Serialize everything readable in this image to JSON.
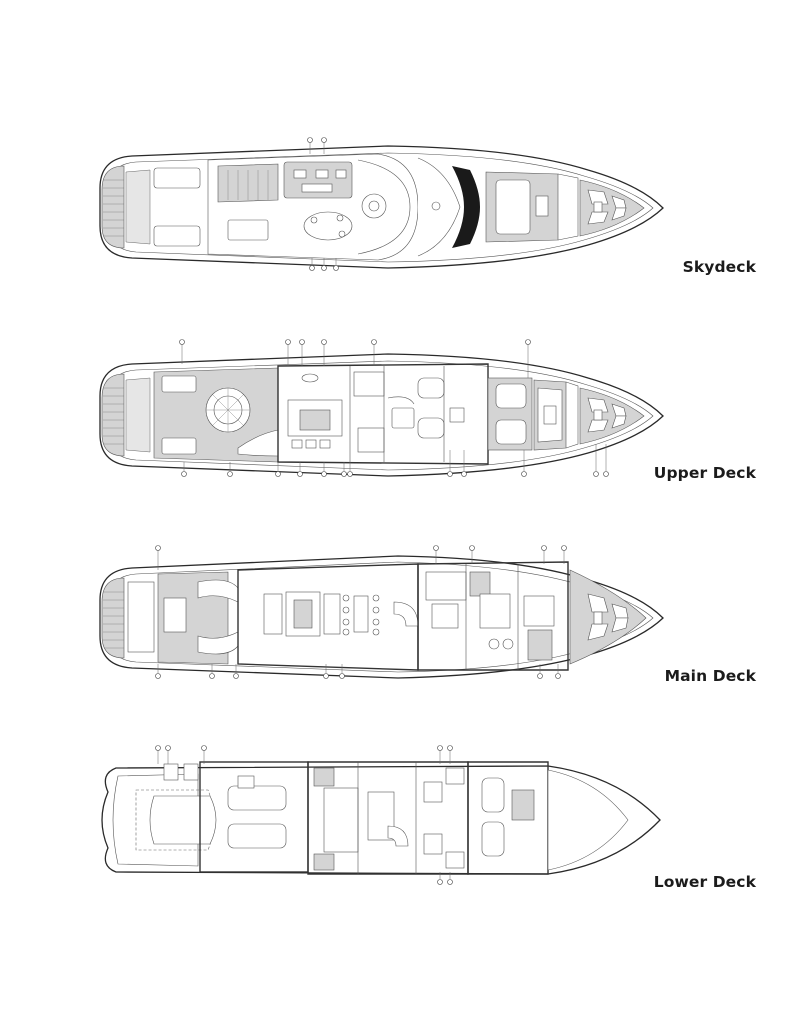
{
  "decks": [
    {
      "id": "skydeck",
      "label": "Skydeck"
    },
    {
      "id": "upper-deck",
      "label": "Upper Deck"
    },
    {
      "id": "main-deck",
      "label": "Main Deck"
    },
    {
      "id": "lower-deck",
      "label": "Lower Deck"
    }
  ]
}
